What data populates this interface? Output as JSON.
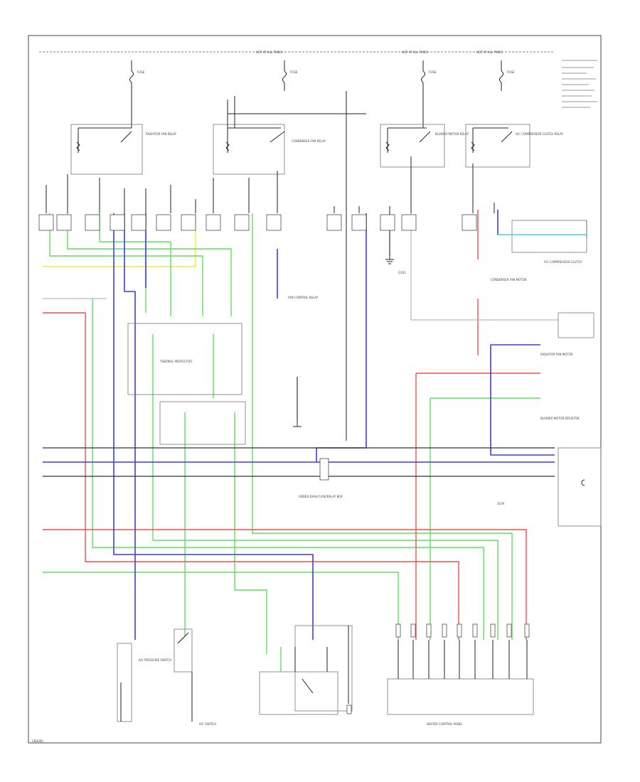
{
  "diagram": {
    "page_code": "CB0000",
    "top_labels": {
      "hot_at_all_times_left": "HOT AT ALL TIMES",
      "hot_at_all_times_mid": "HOT AT ALL TIMES",
      "hot_at_all_times_right": "HOT AT ALL TIMES"
    },
    "components": {
      "radiator_fan_relay": "RADIATOR FAN RELAY",
      "condenser_fan_relay": "CONDENSER FAN RELAY",
      "ac_compressor_clutch_relay": "A/C COMPRESSOR CLUTCH RELAY",
      "blower_motor_relay": "BLOWER MOTOR RELAY",
      "ac_compressor_clutch": "A/C COMPRESSOR CLUTCH",
      "thermal_protector": "THERMAL PROTECTOR",
      "condenser_fan_motor": "CONDENSER FAN MOTOR",
      "radiator_fan_motor": "RADIATOR FAN MOTOR",
      "blower_motor_resistor": "BLOWER MOTOR RESISTOR",
      "under_dash_fuse_block": "UNDER-DASH FUSE/RELAY BOX",
      "engine_ecm": "ECM",
      "ac_pressure_switch": "A/C PRESSURE SWITCH",
      "ac_switch": "A/C SWITCH",
      "heater_control_panel": "HEATER CONTROL PANEL",
      "fan_control_relay": "FAN CONTROL RELAY"
    },
    "fuse_labels": [
      "FUSE",
      "FUSE",
      "FUSE",
      "FUSE"
    ],
    "ground_label": "G101"
  }
}
